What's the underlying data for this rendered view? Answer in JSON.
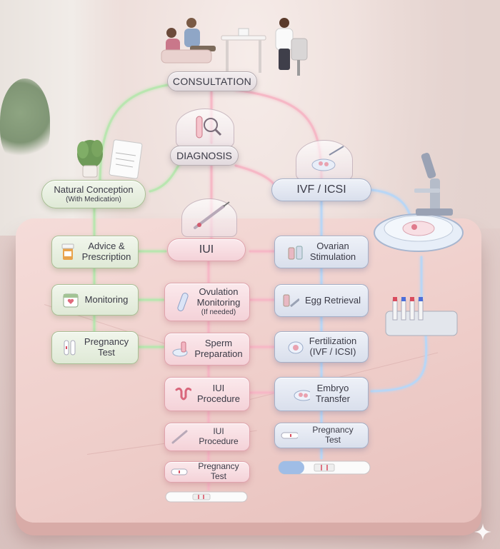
{
  "top": {
    "consultation": "CONSULTATION",
    "diagnosis": "DIAGNOSIS"
  },
  "natural": {
    "title_line1": "Natural Conception",
    "title_line2": "(With Medication)",
    "steps": [
      {
        "line1": "Advice &",
        "line2": "Prescription"
      },
      {
        "line1": "Monitoring",
        "line2": ""
      },
      {
        "line1": "Pregnancy",
        "line2": "Test"
      }
    ]
  },
  "iui": {
    "title": "IUI",
    "steps": [
      {
        "line1": "Ovulation",
        "line2": "Monitoring",
        "note": "(If needed)"
      },
      {
        "line1": "Sperm",
        "line2": "Preparation",
        "note": ""
      },
      {
        "line1": "IUI",
        "line2": "Procedure",
        "note": ""
      },
      {
        "line1": "IUI Procedure",
        "line2": "",
        "note": ""
      },
      {
        "line1": "Pregnancy Test",
        "line2": "",
        "note": ""
      }
    ]
  },
  "ivf": {
    "title": "IVF / ICSI",
    "steps": [
      {
        "line1": "Ovarian",
        "line2": "Stimulation"
      },
      {
        "line1": "Egg Retrieval",
        "line2": ""
      },
      {
        "line1": "Fertilization",
        "line2": "(IVF / ICSI)"
      },
      {
        "line1": "Embryo",
        "line2": "Transfer"
      },
      {
        "line1": "Pregnancy Test",
        "line2": ""
      }
    ]
  },
  "colors": {
    "natural": "#dfe9d6",
    "iui": "#f4d2d8",
    "ivf": "#d9dfec",
    "link_green": "#b9e6b0",
    "link_pink": "#f6b8c6",
    "link_blue": "#b9d6f5"
  }
}
